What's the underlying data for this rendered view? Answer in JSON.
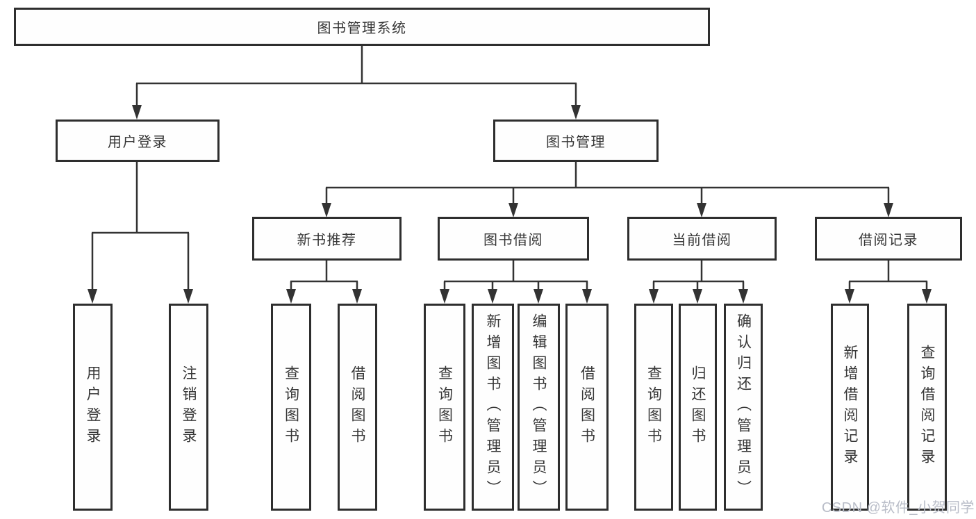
{
  "tree": {
    "label": "图书管理系统",
    "children": [
      {
        "label": "用户登录",
        "children": [
          {
            "label": "用户登录"
          },
          {
            "label": "注销登录"
          }
        ]
      },
      {
        "label": "图书管理",
        "children": [
          {
            "label": "新书推荐",
            "children": [
              {
                "label": "查询图书"
              },
              {
                "label": "借阅图书"
              }
            ]
          },
          {
            "label": "图书借阅",
            "children": [
              {
                "label": "查询图书"
              },
              {
                "label": "新增图书（管理员）"
              },
              {
                "label": "编辑图书（管理员）"
              },
              {
                "label": "借阅图书"
              }
            ]
          },
          {
            "label": "当前借阅",
            "children": [
              {
                "label": "查询图书"
              },
              {
                "label": "归还图书"
              },
              {
                "label": "确认归还（管理员）"
              }
            ]
          },
          {
            "label": "借阅记录",
            "children": [
              {
                "label": "新增借阅记录"
              },
              {
                "label": "查询借阅记录"
              }
            ]
          }
        ]
      }
    ]
  },
  "watermark": {
    "text": "CSDN @软件_小贺同学"
  },
  "colors": {
    "line": "#333333",
    "box_border": "#2e2e2e",
    "text": "#363636",
    "background": "#ffffff",
    "watermark_text": "#b9bdc8"
  }
}
